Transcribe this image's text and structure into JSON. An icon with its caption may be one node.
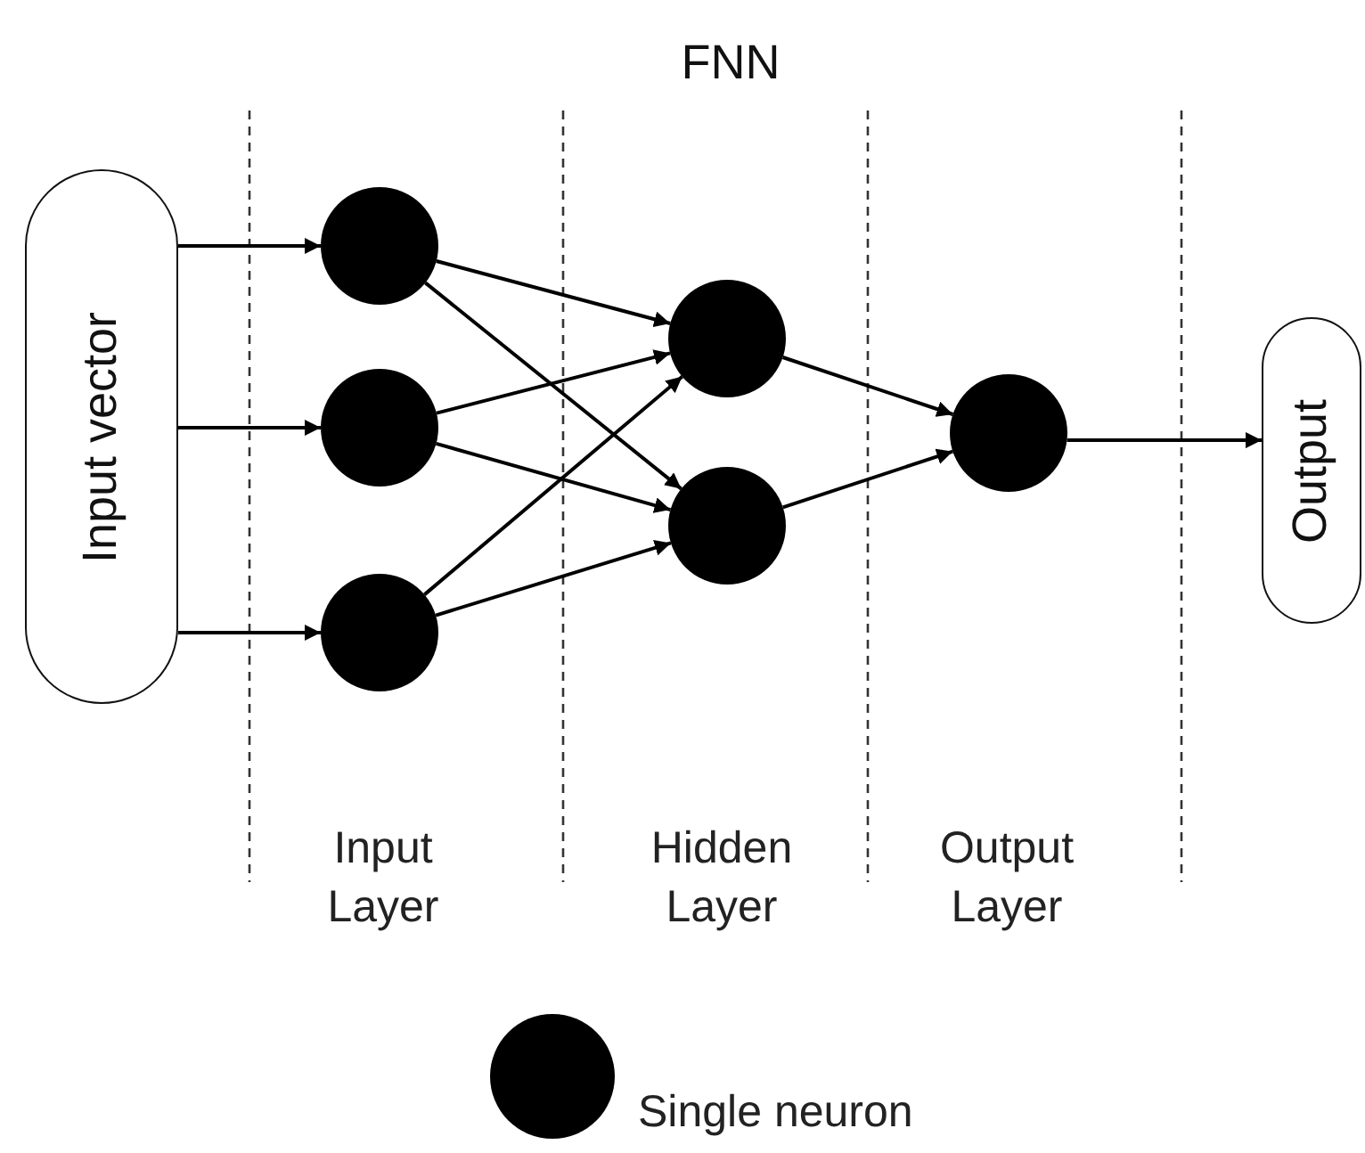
{
  "diagram": {
    "title": "FNN",
    "nodes": [
      {
        "text": [
          "Input vector"
        ]
      },
      {
        "text": [],
        "shape": "circle"
      },
      {
        "text": [],
        "shape": "circle"
      },
      {
        "text": [],
        "shape": "circle"
      },
      {
        "text": [],
        "shape": "circle"
      },
      {
        "text": [],
        "shape": "circle"
      },
      {
        "text": [],
        "shape": "circle"
      },
      {
        "text": [
          "Output"
        ]
      }
    ],
    "edges": [
      {
        "from": 0,
        "to": 1,
        "arrow": "to"
      },
      {
        "from": 0,
        "to": 2,
        "arrow": "to"
      },
      {
        "from": 0,
        "to": 3,
        "arrow": "to"
      },
      {
        "from": 1,
        "to": 4,
        "arrow": "to"
      },
      {
        "from": 1,
        "to": 5,
        "arrow": "to"
      },
      {
        "from": 2,
        "to": 4,
        "arrow": "to"
      },
      {
        "from": 2,
        "to": 5,
        "arrow": "to"
      },
      {
        "from": 3,
        "to": 4,
        "arrow": "to"
      },
      {
        "from": 3,
        "to": 5,
        "arrow": "to"
      },
      {
        "from": 4,
        "to": 6,
        "arrow": "to"
      },
      {
        "from": 5,
        "to": 6,
        "arrow": "to"
      },
      {
        "from": 6,
        "to": 7,
        "arrow": "to"
      }
    ],
    "labels": [
      "Input Layer",
      "Hidden Layer",
      "Output Layer"
    ],
    "legend": [
      {
        "text": "Single neuron",
        "color": "#000000"
      }
    ]
  }
}
